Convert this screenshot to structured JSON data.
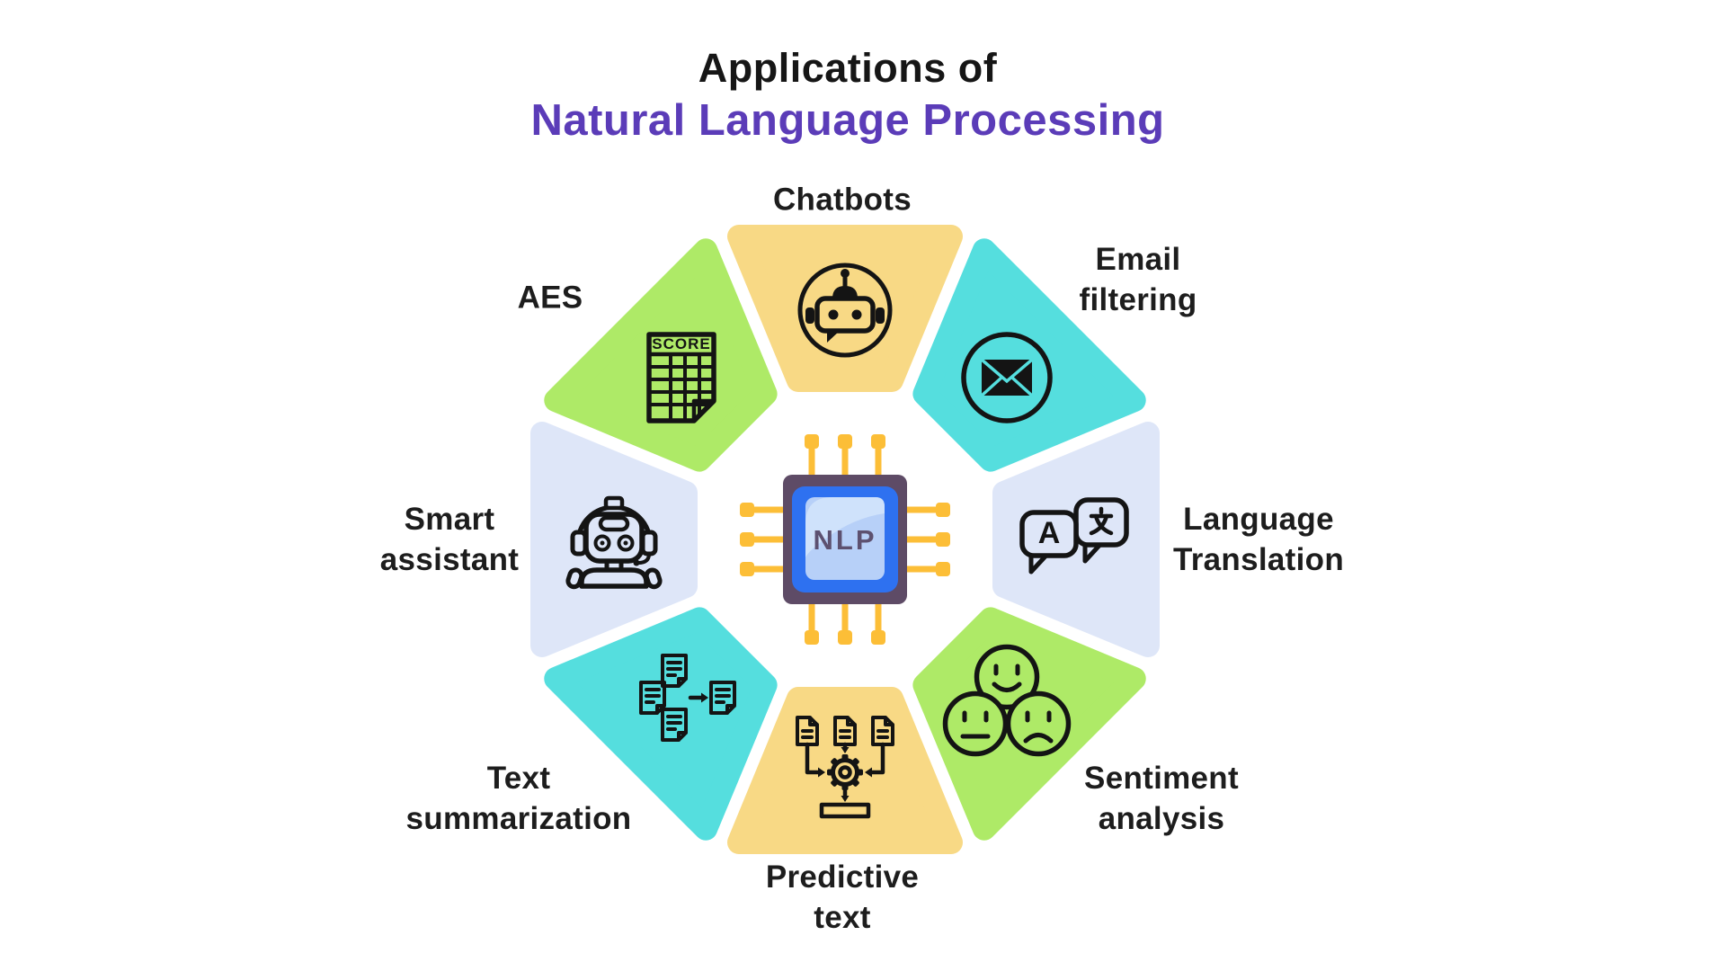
{
  "title": {
    "line1": "Applications of",
    "line2": "Natural Language Processing"
  },
  "colors": {
    "title_accent": "#5b3cb8",
    "label_text": "#1d1d1d",
    "icon_stroke": "#141414",
    "background": "#ffffff",
    "chip_base": "#5e4b66",
    "chip_blue": "#2e71f0",
    "chip_inner": "#b7d0f8",
    "chip_inner_highlight": "#cfe2fb",
    "chip_pin": "#fcbe37",
    "chip_text": "#5d5170"
  },
  "center_chip": {
    "label": "NLP",
    "icon": "nlp-chip-icon"
  },
  "segments": [
    {
      "id": "chatbots",
      "lines": [
        "Chatbots"
      ],
      "fill": "#f8d985",
      "icon": "chatbot-icon",
      "position": "top"
    },
    {
      "id": "email-filtering",
      "lines": [
        "Email",
        "filtering"
      ],
      "fill": "#55dede",
      "icon": "envelope-icon",
      "position": "top-right"
    },
    {
      "id": "language-translation",
      "lines": [
        "Language",
        "Translation"
      ],
      "fill": "#dee6f8",
      "icon": "translation-bubbles-icon",
      "position": "right",
      "icon_text_latin": "A",
      "icon_text_cjk": "文"
    },
    {
      "id": "sentiment-analysis",
      "lines": [
        "Sentiment",
        "analysis"
      ],
      "fill": "#aeea67",
      "icon": "emotion-faces-icon",
      "position": "bottom-right"
    },
    {
      "id": "predictive-text",
      "lines": [
        "Predictive",
        "text"
      ],
      "fill": "#f8d985",
      "icon": "docs-gear-flow-icon",
      "position": "bottom"
    },
    {
      "id": "text-summarization",
      "lines": [
        "Text",
        "summarization"
      ],
      "fill": "#55dede",
      "icon": "docs-merge-icon",
      "position": "bottom-left"
    },
    {
      "id": "smart-assistant",
      "lines": [
        "Smart",
        "assistant"
      ],
      "fill": "#dee6f8",
      "icon": "headset-robot-icon",
      "position": "left"
    },
    {
      "id": "aes",
      "lines": [
        "AES"
      ],
      "fill": "#aeea67",
      "icon": "score-sheet-icon",
      "position": "top-left",
      "icon_text": "SCORE"
    }
  ]
}
